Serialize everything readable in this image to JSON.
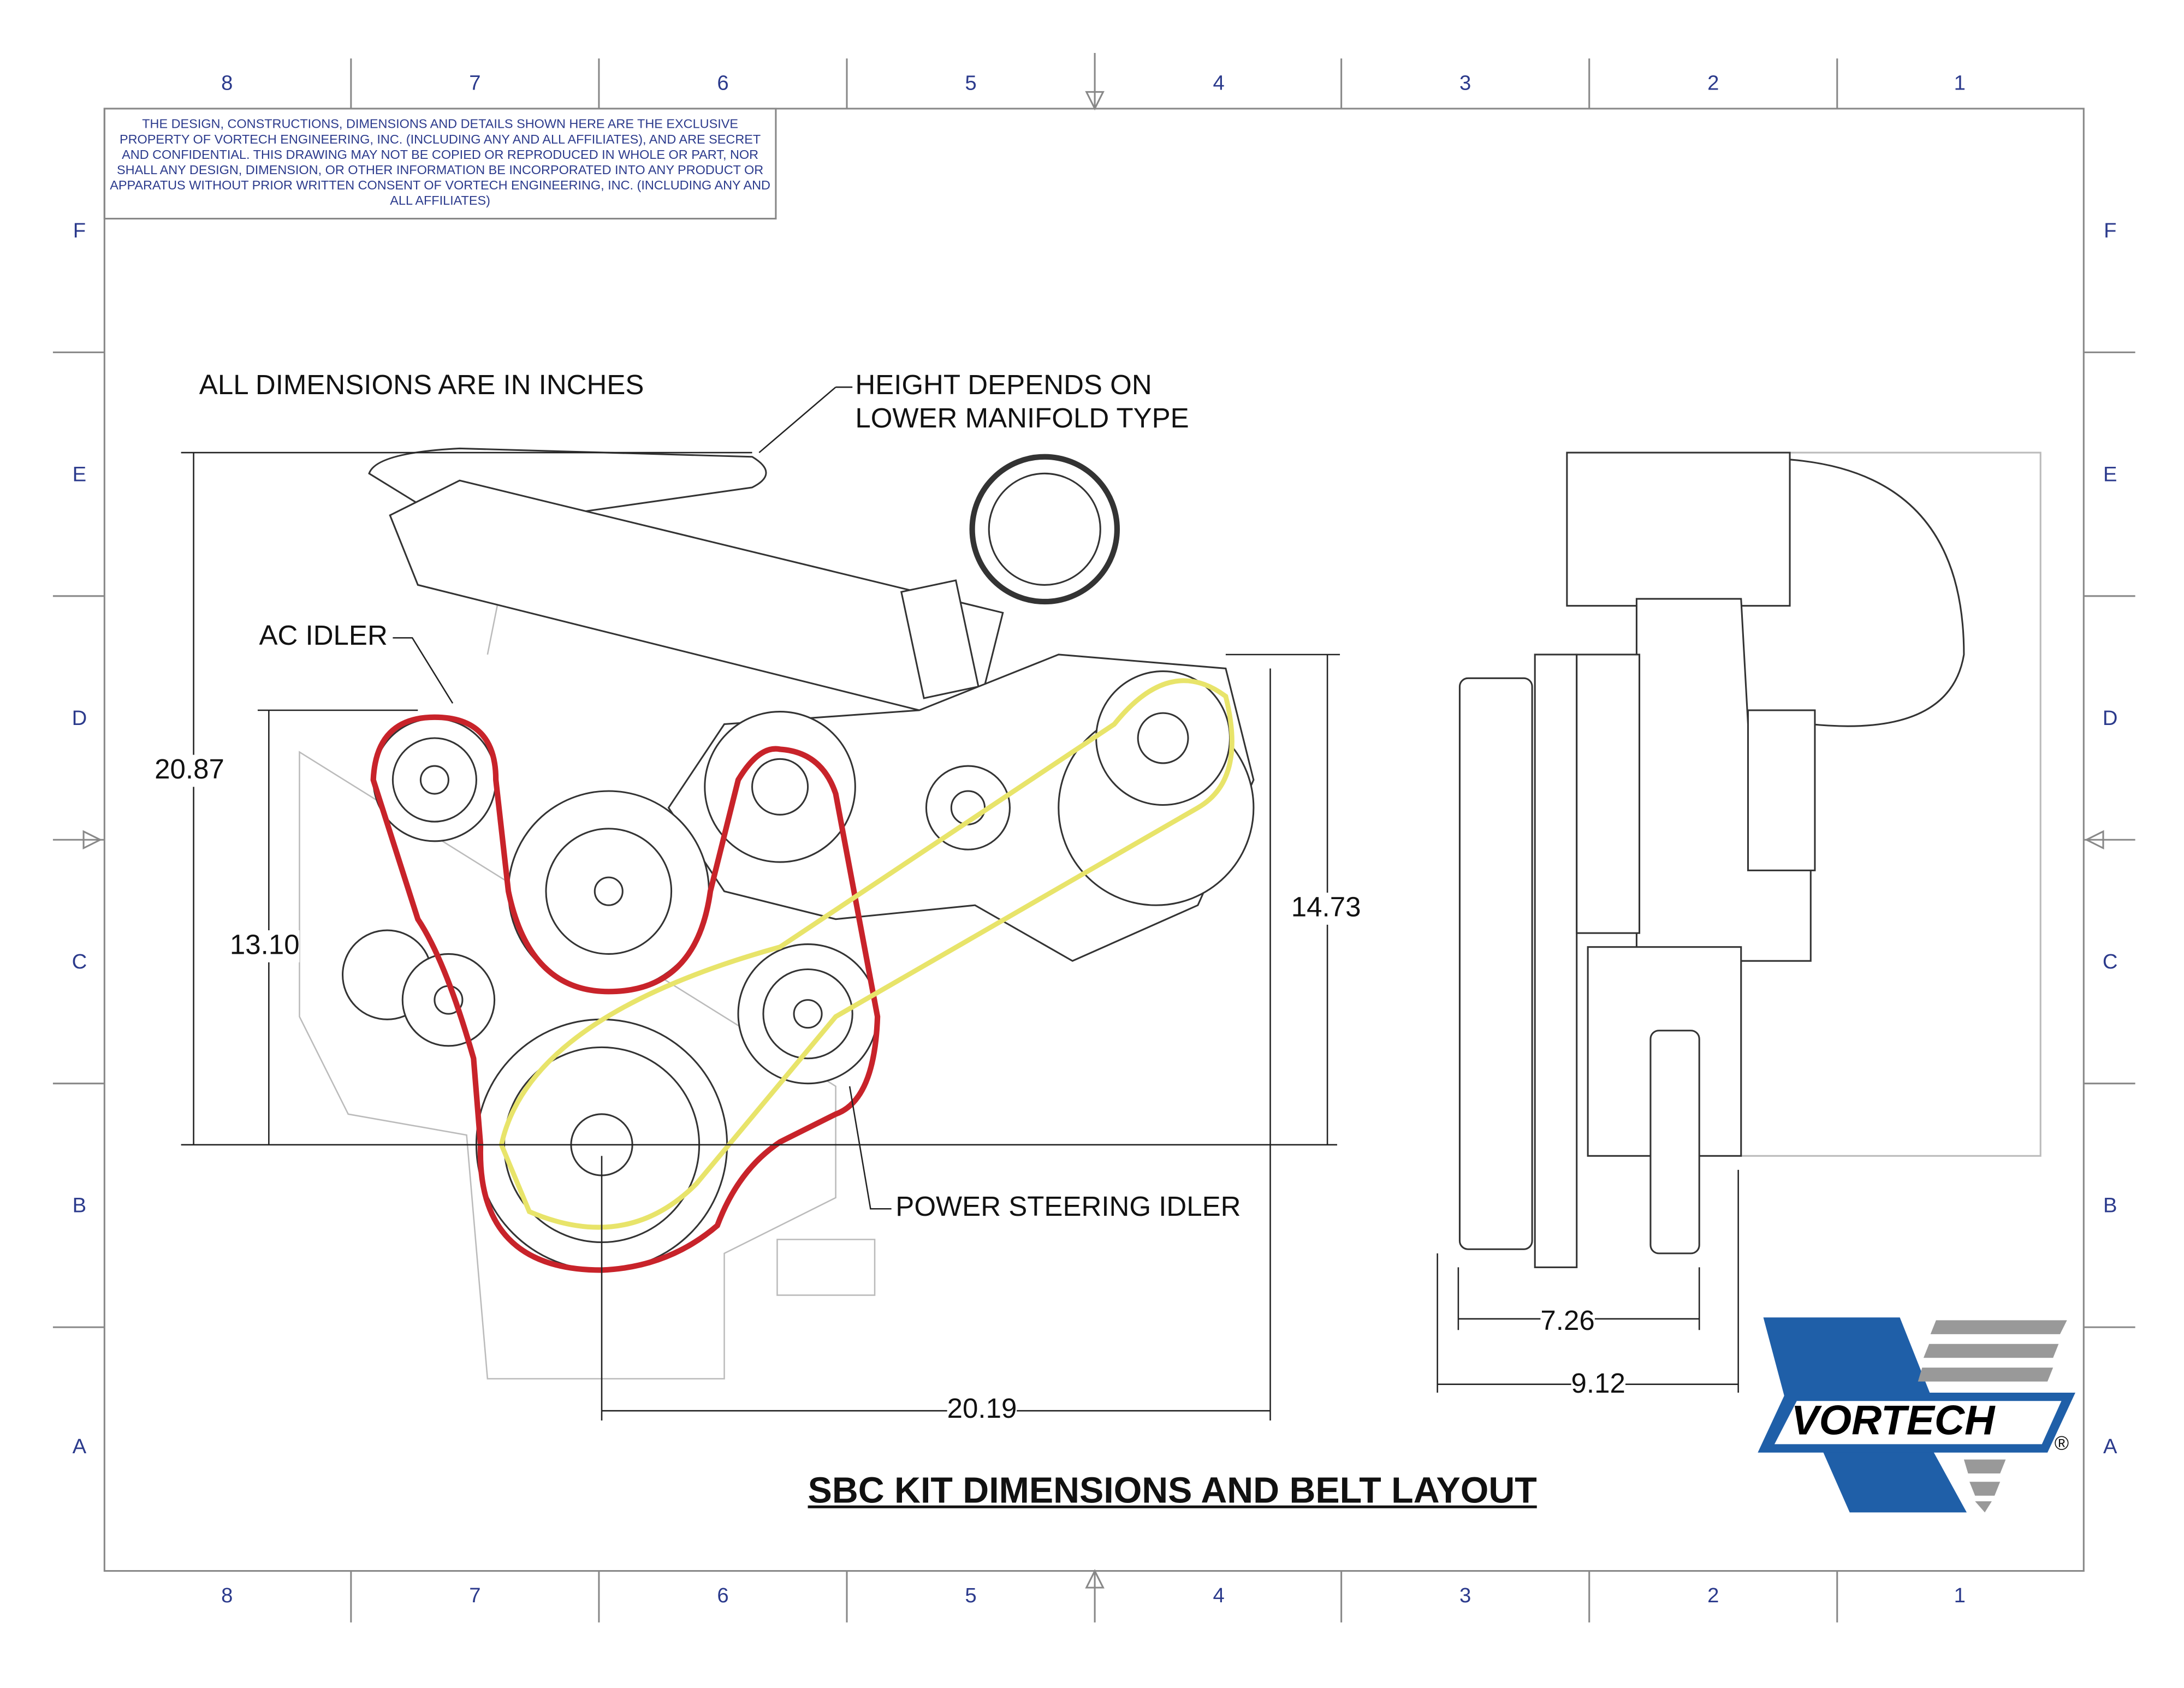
{
  "border": {
    "columns": [
      "8",
      "7",
      "6",
      "5",
      "4",
      "3",
      "2",
      "1"
    ],
    "rows": [
      "F",
      "E",
      "D",
      "C",
      "B",
      "A"
    ]
  },
  "disclaimer": "THE DESIGN, CONSTRUCTIONS, DIMENSIONS AND DETAILS SHOWN HERE ARE THE EXCLUSIVE PROPERTY OF VORTECH ENGINEERING, INC. (INCLUDING ANY AND ALL AFFILIATES), AND ARE SECRET AND CONFIDENTIAL. THIS DRAWING MAY NOT BE COPIED OR REPRODUCED IN WHOLE OR PART, NOR SHALL ANY DESIGN, DIMENSION, OR OTHER INFORMATION BE INCORPORATED INTO ANY PRODUCT OR APPARATUS WITHOUT PRIOR WRITTEN CONSENT OF VORTECH ENGINEERING, INC. (INCLUDING ANY AND ALL AFFILIATES)",
  "notes": {
    "units": "ALL DIMENSIONS ARE IN INCHES",
    "height_line1": "HEIGHT DEPENDS ON",
    "height_line2": "LOWER MANIFOLD TYPE",
    "ac_idler": "AC IDLER",
    "ps_idler": "POWER STEERING IDLER"
  },
  "dimensions": {
    "overall_height": "20.87",
    "ac_idler_height": "13.10",
    "supercharger_height": "14.73",
    "overall_width": "20.19",
    "side_depth_1": "7.26",
    "side_depth_2": "9.12"
  },
  "title": "SBC KIT DIMENSIONS AND BELT LAYOUT",
  "logo": {
    "text": "VORTECH",
    "registered": "®",
    "blue": "#1f5fa8",
    "gray": "#999999"
  },
  "colors": {
    "belt_red": "#c8232a",
    "belt_yellow": "#e8e46a",
    "zone_text": "#2b3a8c"
  }
}
